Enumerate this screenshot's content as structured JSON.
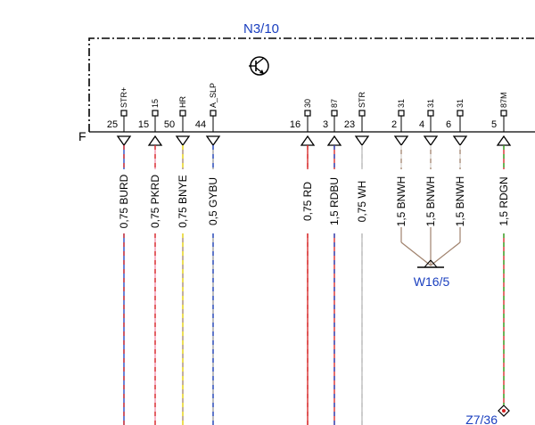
{
  "module": {
    "name": "N3/10",
    "row_label": "F",
    "symbol": "transistor-icon"
  },
  "pins": [
    {
      "num": "25",
      "func": "STR+",
      "wire": "0,75 BURD",
      "colors": [
        "#1a3fbf",
        "#d62020"
      ]
    },
    {
      "num": "15",
      "func": "15",
      "wire": "0,75 PKRD",
      "colors": [
        "#f08aa8",
        "#d62020"
      ]
    },
    {
      "num": "50",
      "func": "HR",
      "wire": "0,75 BNYE",
      "colors": [
        "#a0826d",
        "#f2e010"
      ]
    },
    {
      "num": "44",
      "func": "A_SLP",
      "wire": "0,5 GYBU",
      "colors": [
        "#9a9a9a",
        "#1a3fbf"
      ]
    },
    {
      "num": "16",
      "func": "30",
      "wire": "0,75 RD",
      "colors": [
        "#d62020",
        "#d62020"
      ]
    },
    {
      "num": "3",
      "func": "87",
      "wire": "1,5 RDBU",
      "colors": [
        "#d62020",
        "#1a3fbf"
      ]
    },
    {
      "num": "23",
      "func": "STR",
      "wire": "0,75 WH",
      "colors": [
        "#bbbbbb",
        "#bbbbbb"
      ]
    },
    {
      "num": "2",
      "func": "31",
      "wire": "1,5 BNWH",
      "colors": [
        "#a0826d",
        "#e8e8e8"
      ]
    },
    {
      "num": "4",
      "func": "31",
      "wire": "1,5 BNWH",
      "colors": [
        "#a0826d",
        "#e8e8e8"
      ]
    },
    {
      "num": "6",
      "func": "31",
      "wire": "1,5 BNWH",
      "colors": [
        "#a0826d",
        "#e8e8e8"
      ]
    },
    {
      "num": "5",
      "func": "87M",
      "wire": "1,5 RDGN",
      "colors": [
        "#d62020",
        "#22b022"
      ]
    }
  ],
  "splice": {
    "name": "W16/5"
  },
  "connector": {
    "name": "Z7/36"
  }
}
